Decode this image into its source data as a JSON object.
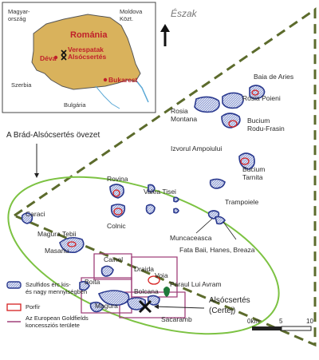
{
  "inset": {
    "country": "Románia",
    "neighbours": {
      "hungary": "Magyar-\nország",
      "moldova": "Moldova\nKözt.",
      "serbia": "Szerbia",
      "bulgaria": "Bulgária"
    },
    "cities": {
      "deva": "Déva",
      "verespatak": "Verespatak",
      "alsocsertes": "Alsócsertés",
      "bukarest": "Bukarest"
    },
    "colors": {
      "country_fill": "#d9b25c",
      "water": "#5aa8d6",
      "red": "#c0202a"
    }
  },
  "north_label": "Észak",
  "zone_label": "A Brád-Alsócsertés övezet",
  "places": {
    "baia_de_aries": "Baia de Aries",
    "rosia_poieni": "Rosia Poieni",
    "rosia_montana": "Rosia\nMontana",
    "bucium_rodu_frasin": "Bucium\nRodu-Frasin",
    "izvorul_ampoiului": "Izvorul Ampoiului",
    "bucium_tarnita": "Bucium\nTarnita",
    "trampoiele": "Trampoiele",
    "rovina": "Rovina",
    "valea_tisei": "Valea Tisei",
    "caraci": "Caraci",
    "colnic": "Colnic",
    "magura_tebii": "Magura Tebii",
    "masariu": "Masariu",
    "muncaceasca": "Muncaceasca",
    "fata_baii": "Fata Baii, Hanes, Breaza",
    "cainel": "Cainel",
    "draida": "Draida",
    "voia": "Voia",
    "boita": "Boita",
    "bolcana": "Bolcana",
    "paraul_lui_avram": "Paraul Lui Avram",
    "magura": "Magura",
    "sacaramb": "Sacaramb",
    "certej": "Alsócsertés\n(Certej)"
  },
  "legend": {
    "ore": "Szulfidos érc kis-\nés nagy mennyiségben",
    "porphyry": "Porfír",
    "concession": "Az European Goldfields\nkoncessziós területe"
  },
  "scale": {
    "unit": "0km",
    "mid": "5",
    "max": "10"
  },
  "colors": {
    "ore_fill": "#7f8fc9",
    "ore_stroke": "#2b3a8f",
    "zone_line": "#5c6b2c",
    "ellipse": "#7cc242",
    "concession": "#a0407a",
    "porphyry": "#d62020",
    "green_body": "#1f7a3a"
  }
}
